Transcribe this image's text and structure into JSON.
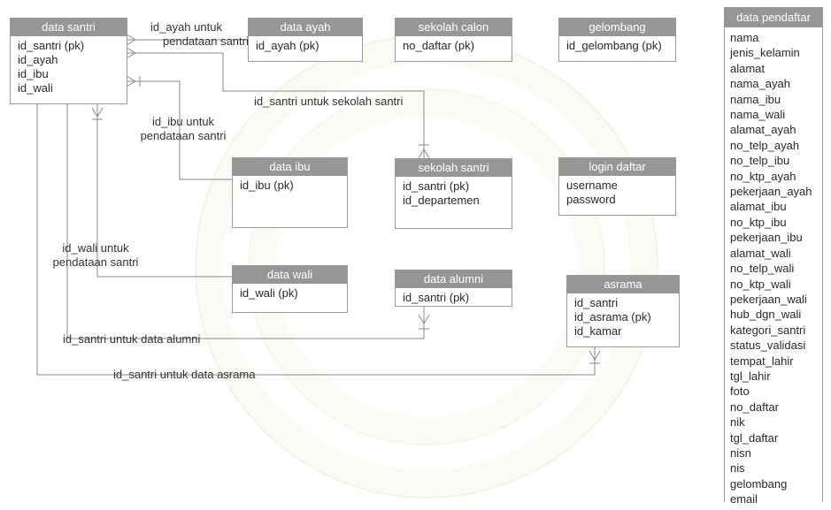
{
  "entities": {
    "data_santri": {
      "title": "data santri",
      "attrs": [
        "id_santri (pk)",
        "id_ayah",
        "id_ibu",
        "id_wali"
      ]
    },
    "data_ayah": {
      "title": "data ayah",
      "attrs": [
        "id_ayah (pk)"
      ]
    },
    "sekolah_calon": {
      "title": "sekolah calon",
      "attrs": [
        "no_daftar (pk)"
      ]
    },
    "gelombang": {
      "title": "gelombang",
      "attrs": [
        "id_gelombang (pk)"
      ]
    },
    "data_ibu": {
      "title": "data ibu",
      "attrs": [
        "id_ibu (pk)"
      ]
    },
    "sekolah_santri": {
      "title": "sekolah santri",
      "attrs": [
        "id_santri (pk)",
        "id_departemen"
      ]
    },
    "login_daftar": {
      "title": "login daftar",
      "attrs": [
        "username",
        "password"
      ]
    },
    "data_wali": {
      "title": "data wali",
      "attrs": [
        "id_wali (pk)"
      ]
    },
    "data_alumni": {
      "title": "data alumni",
      "attrs": [
        "id_santri (pk)"
      ]
    },
    "asrama": {
      "title": "asrama",
      "attrs": [
        "id_santri",
        "id_asrama (pk)",
        "id_kamar"
      ]
    },
    "data_pendaftar": {
      "title": "data pendaftar",
      "attrs": [
        "nama",
        "jenis_kelamin",
        "alamat",
        "nama_ayah",
        "nama_ibu",
        "nama_wali",
        "alamat_ayah",
        "no_telp_ayah",
        "no_telp_ibu",
        "no_ktp_ayah",
        "pekerjaan_ayah",
        "alamat_ibu",
        "no_ktp_ibu",
        "pekerjaan_ibu",
        "alamat_wali",
        "no_telp_wali",
        "no_ktp_wali",
        "pekerjaan_wali",
        "hub_dgn_wali",
        "kategori_santri",
        "status_validasi",
        "tempat_lahir",
        "tgl_lahir",
        "foto",
        "no_daftar",
        "nik",
        "tgl_daftar",
        "nisn",
        "nis",
        "gelombang",
        "email"
      ]
    }
  },
  "relations": {
    "ayah": [
      "id_ayah untuk",
      "pendataan santri"
    ],
    "sekolah": "id_santri untuk sekolah santri",
    "ibu": [
      "id_ibu untuk",
      "pendataan santri"
    ],
    "wali": [
      "id_wali untuk",
      "pendataan santri"
    ],
    "alumni": "id_santri untuk data alumni",
    "asrama": "id_santri untuk data asrama"
  },
  "colors": {
    "header": "#969696",
    "border": "#9a9a9a",
    "line": "#8a8a8a"
  }
}
